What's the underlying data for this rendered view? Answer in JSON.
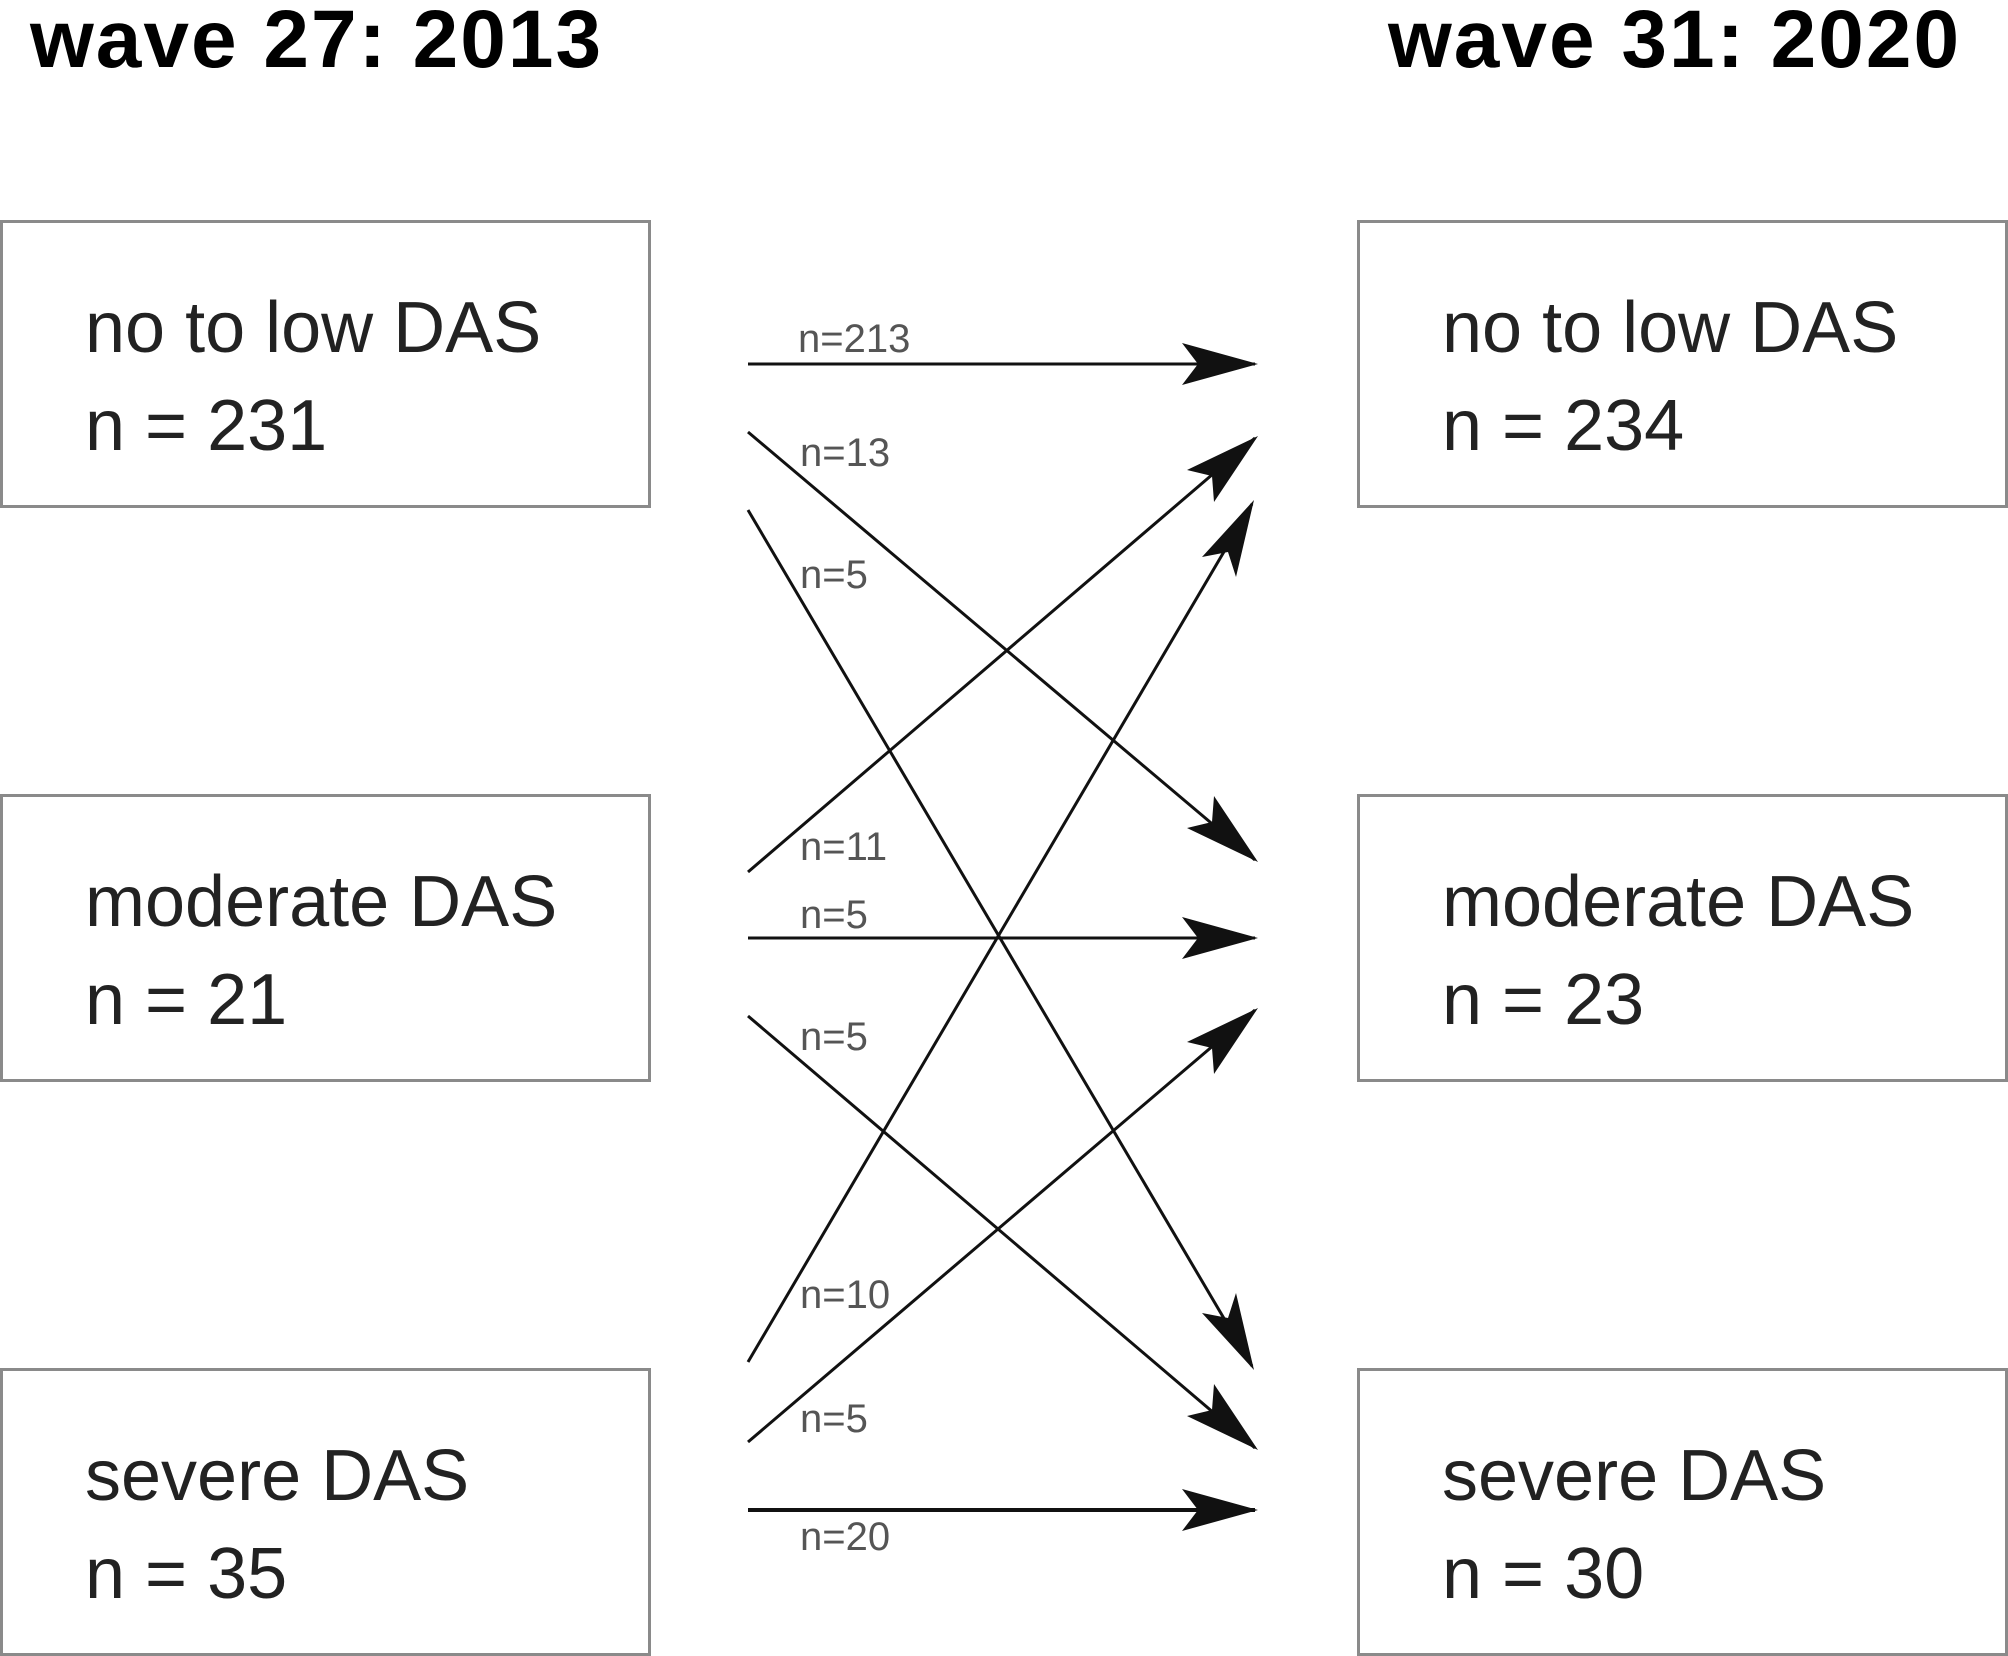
{
  "headers": {
    "left": "wave 27: 2013",
    "right": "wave 31: 2020"
  },
  "left_boxes": [
    {
      "category": "no to low DAS",
      "count": "n = 231"
    },
    {
      "category": "moderate DAS",
      "count": "n = 21"
    },
    {
      "category": "severe DAS",
      "count": "n = 35"
    }
  ],
  "right_boxes": [
    {
      "category": "no to low DAS",
      "count": "n = 234"
    },
    {
      "category": "moderate DAS",
      "count": "n = 23"
    },
    {
      "category": "severe DAS",
      "count": "n = 30"
    }
  ],
  "flows": [
    {
      "from": 0,
      "to": 0,
      "label": "n=213"
    },
    {
      "from": 0,
      "to": 1,
      "label": "n=13"
    },
    {
      "from": 0,
      "to": 2,
      "label": "n=5"
    },
    {
      "from": 1,
      "to": 0,
      "label": "n=11"
    },
    {
      "from": 1,
      "to": 1,
      "label": "n=5"
    },
    {
      "from": 1,
      "to": 2,
      "label": "n=5"
    },
    {
      "from": 2,
      "to": 0,
      "label": "n=10"
    },
    {
      "from": 2,
      "to": 1,
      "label": "n=5"
    },
    {
      "from": 2,
      "to": 2,
      "label": "n=20"
    }
  ]
}
